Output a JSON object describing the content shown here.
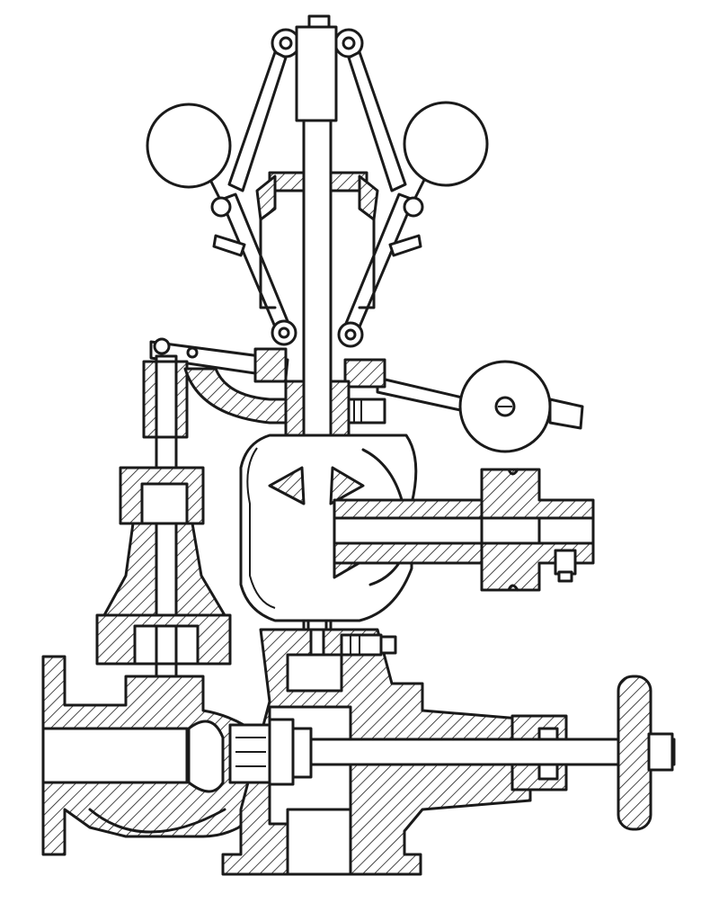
{
  "figure": {
    "subject": "governor-throttle-valve-sectional-drawing",
    "colors": {
      "ink": "#1a1a1a",
      "paper": "#ffffff"
    },
    "parts": [
      "governor-ball-left",
      "governor-ball-right",
      "spindle",
      "counterweight",
      "pulley-shaft",
      "steam-pipe-flange",
      "valve-body",
      "stop-valve-handwheel"
    ]
  }
}
